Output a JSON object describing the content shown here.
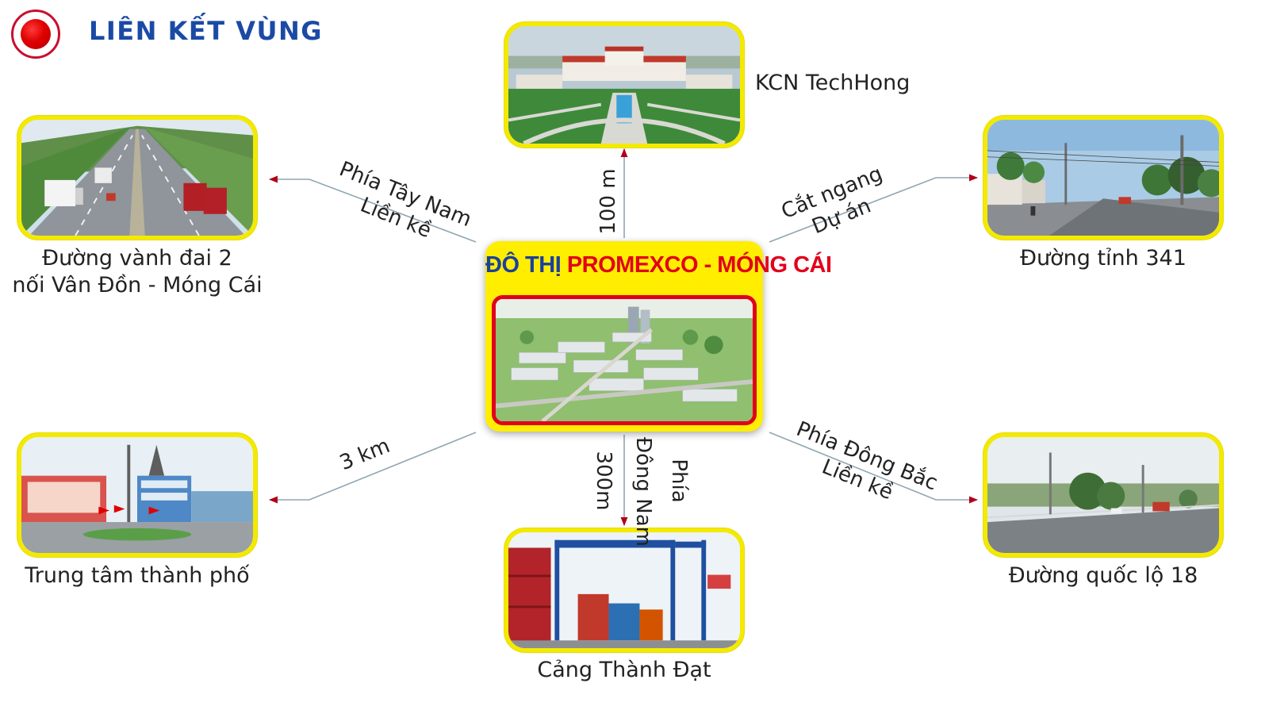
{
  "header": {
    "title": "LIÊN KẾT VÙNG"
  },
  "center": {
    "title_part1": "ĐÔ THỊ",
    "title_part2": "PROMEXCO - MÓNG CÁI"
  },
  "destinations": {
    "techhong": {
      "label": "KCN TechHong"
    },
    "ring_road": {
      "label_line1": "Đường vành đai 2",
      "label_line2": "nối Vân Đồn - Móng Cái"
    },
    "provincial_road": {
      "label": "Đường tỉnh 341"
    },
    "city_center": {
      "label": "Trung tâm thành phố"
    },
    "national_road": {
      "label": "Đường quốc lộ 18"
    },
    "port": {
      "label": "Cảng Thành Đạt"
    }
  },
  "connectors": {
    "southwest": {
      "line1": "Phía Tây Nam",
      "line2": "Liền kề"
    },
    "north": {
      "distance": "100 m"
    },
    "cross": {
      "line1": "Cắt ngang",
      "line2": "Dự án"
    },
    "city": {
      "distance": "3 km"
    },
    "port": {
      "distance": "300m",
      "line2": "Đông Nam",
      "line3": "Phía"
    },
    "northeast": {
      "line1": "Phía Đông Bắc",
      "line2": "Liền kề"
    }
  },
  "colors": {
    "title_blue": "#1b4aa6",
    "frame_yellow": "#f3ea00",
    "accent_red": "#e2001a",
    "line": "#8fa6b3",
    "arrow": "#b00018"
  }
}
